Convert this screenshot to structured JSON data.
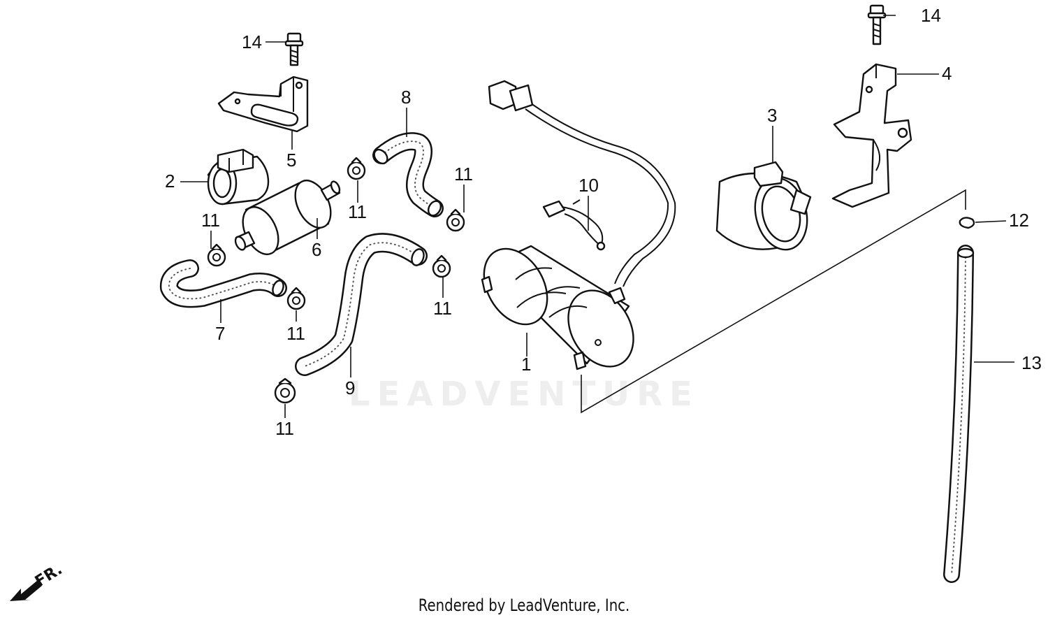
{
  "watermark": "LEADVENTURE",
  "direction_label": "FR.",
  "credit": "Rendered by LeadVenture, Inc.",
  "callouts": [
    {
      "id": "c14a",
      "text": "14"
    },
    {
      "id": "c14b",
      "text": "14"
    },
    {
      "id": "c4",
      "text": "4"
    },
    {
      "id": "c5",
      "text": "5"
    },
    {
      "id": "c8",
      "text": "8"
    },
    {
      "id": "c3",
      "text": "3"
    },
    {
      "id": "c2",
      "text": "2"
    },
    {
      "id": "c11a",
      "text": "11"
    },
    {
      "id": "c11b",
      "text": "11"
    },
    {
      "id": "c10",
      "text": "10"
    },
    {
      "id": "c12",
      "text": "12"
    },
    {
      "id": "c11c",
      "text": "11"
    },
    {
      "id": "c6",
      "text": "6"
    },
    {
      "id": "c11d",
      "text": "11"
    },
    {
      "id": "c7",
      "text": "7"
    },
    {
      "id": "c11e",
      "text": "11"
    },
    {
      "id": "c1",
      "text": "1"
    },
    {
      "id": "c13",
      "text": "13"
    },
    {
      "id": "c9",
      "text": "9"
    },
    {
      "id": "c11f",
      "text": "11"
    }
  ]
}
